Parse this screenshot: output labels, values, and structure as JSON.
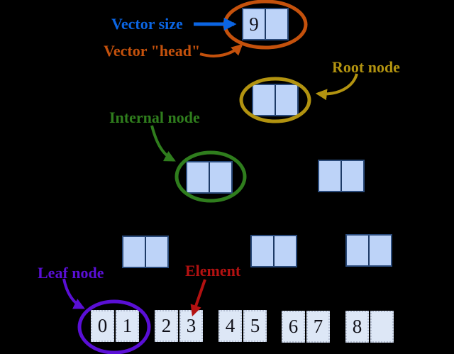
{
  "canvas": {
    "background": "#000000"
  },
  "annotations": {
    "vector_size": {
      "label": "Vector size",
      "color": "#0b65e2"
    },
    "vector_head": {
      "label": "Vector \"head\"",
      "color": "#c4510c"
    },
    "root_node": {
      "label": "Root node",
      "color": "#b29310"
    },
    "internal_node": {
      "label": "Internal node",
      "color": "#2f7d1d"
    },
    "leaf_node": {
      "label": "Leaf node",
      "color": "#5a0fd6"
    },
    "element": {
      "label": "Element",
      "color": "#b31111"
    }
  },
  "vector": {
    "size": "9"
  },
  "nodes": {
    "head": {
      "cells": [
        "9",
        ""
      ]
    },
    "root": {
      "cells": [
        "",
        ""
      ]
    },
    "internal_left": {
      "cells": [
        "",
        ""
      ]
    },
    "internal_right": {
      "cells": [
        "",
        ""
      ]
    },
    "mid_left": {
      "cells": [
        "",
        ""
      ]
    },
    "mid_center": {
      "cells": [
        "",
        ""
      ]
    },
    "mid_right": {
      "cells": [
        "",
        ""
      ]
    }
  },
  "leaves": [
    {
      "cells": [
        "0",
        "1"
      ]
    },
    {
      "cells": [
        "2",
        "3"
      ]
    },
    {
      "cells": [
        "4",
        "5"
      ]
    },
    {
      "cells": [
        "6",
        "7"
      ]
    },
    {
      "cells": [
        "8",
        ""
      ]
    }
  ],
  "palette": {
    "node_fill": "#bdd3f8",
    "node_border": "#2a4a7a",
    "leaf_fill": "#dde7f6",
    "leaf_border": "#b6c0d4",
    "digit_color": "#14141e"
  }
}
